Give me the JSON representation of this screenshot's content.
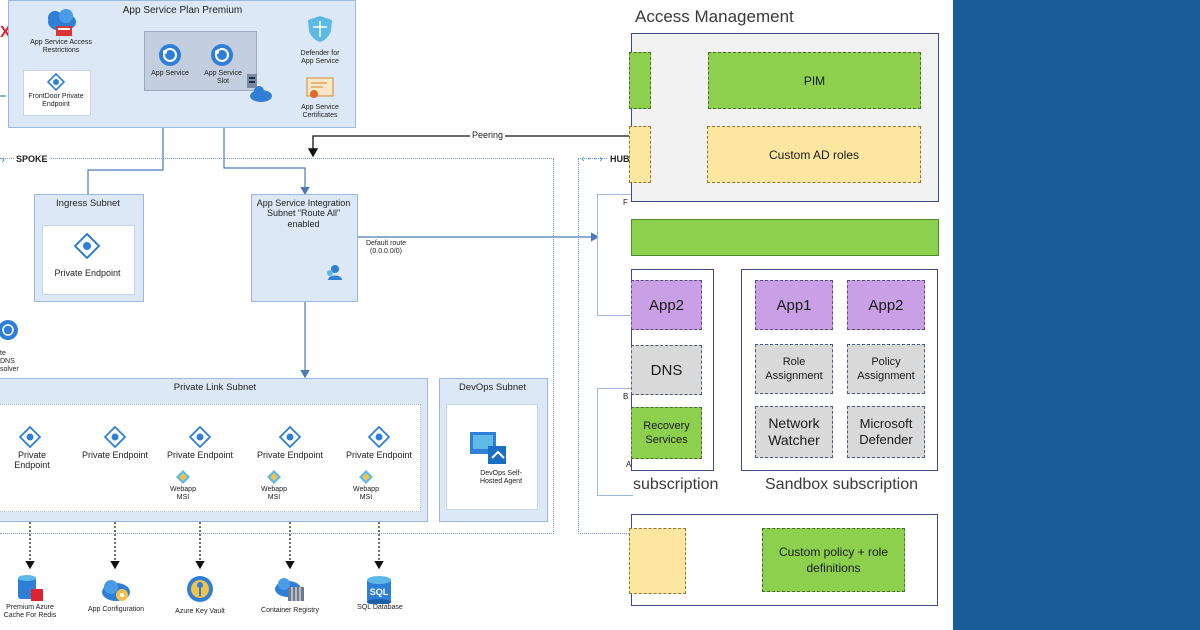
{
  "diagram": {
    "app_service_plan": {
      "title": "App Service Plan Premium",
      "access_restrictions": "App Service Access Restrictions",
      "frontdoor_pe": "FrontDoor Private Endpoint",
      "app_service": "App Service",
      "app_service_slot": "App Service Slot",
      "defender": "Defender for App Service",
      "certificates": "App Service Certificates"
    },
    "peering_label": "Peering",
    "spoke_label": "SPOKE",
    "hub_label": "HUB",
    "ingress_subnet": {
      "title": "Ingress Subnet",
      "endpoint": "Private Endpoint"
    },
    "integration_subnet": {
      "title": "App Service Integration Subnet “Route All” enabled"
    },
    "default_route": "Default route (0.0.0.0/0)",
    "dns_resolver": "te DNS solver",
    "private_link_subnet": {
      "title": "Private Link Subnet",
      "endpoints": [
        "Private Endpoint",
        "Private Endpoint",
        "Private Endpoint",
        "Private Endpoint",
        "Private Endpoint"
      ],
      "msi_label": "Webapp MSI"
    },
    "devops_subnet": {
      "title": "DevOps Subnet",
      "agent": "DevOps Self-Hosted Agent"
    },
    "services": [
      "Premium Azure Cache For Redis",
      "App Configuration",
      "Azure Key Vault",
      "Container Registry",
      "SQL Database"
    ],
    "hub_fragments": {
      "f": "F",
      "b": "B",
      "a": "A"
    }
  },
  "panel": {
    "access_management_title": "Access Management",
    "pim": "PIM",
    "custom_ad_roles": "Custom AD roles",
    "left_sub": {
      "app2": "App2",
      "dns": "DNS",
      "recovery": "Recovery Services",
      "label": "subscription"
    },
    "sandbox": {
      "app1": "App1",
      "app2": "App2",
      "role_assignment": "Role Assignment",
      "policy_assignment": "Policy Assignment",
      "network_watcher": "Network Watcher",
      "defender": "Microsoft Defender",
      "label": "Sandbox subscription"
    },
    "custom_policy": "Custom policy + role definitions"
  },
  "colors": {
    "brand_blue": "#1a5b99",
    "green": "#8cd04d",
    "yellow": "#fde7a0",
    "purple": "#c9a0e6",
    "grey": "#d9d9d9",
    "subnet_fill": "#dce8f6"
  }
}
